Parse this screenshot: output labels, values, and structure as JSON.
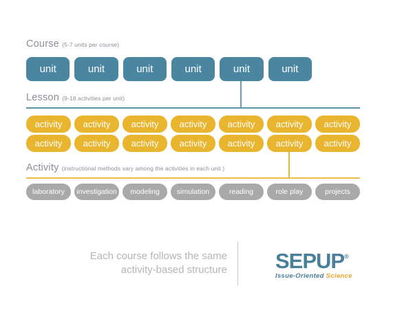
{
  "colors": {
    "unit_button": "#4b86a0",
    "activity_button": "#e9b52f",
    "method_button": "#a9a9a9",
    "section_label": "#8d8d99",
    "lesson_line": "#5d92ab",
    "activity_line": "#ecbe43",
    "caption_text": "#b5b5b5",
    "logo_teal": "#4a7f9c",
    "logo_gold": "#e8a72e"
  },
  "course": {
    "title": "Course",
    "subtitle": "(5-7 units per course)",
    "units": [
      "unit",
      "unit",
      "unit",
      "unit",
      "unit",
      "unit"
    ]
  },
  "lesson": {
    "title": "Lesson",
    "subtitle": "(9-18 activities per unit)",
    "row1": [
      "activity",
      "activity",
      "activity",
      "activity",
      "activity",
      "activity",
      "activity"
    ],
    "row2": [
      "activity",
      "activity",
      "activity",
      "activity",
      "activity",
      "activity",
      "activity"
    ]
  },
  "activity": {
    "title": "Activity",
    "subtitle": "(instructional methods vary among the activities in each unit )",
    "methods": [
      "laboratory",
      "investigation",
      "modeling",
      "simulation",
      "reading",
      "role play",
      "projects"
    ]
  },
  "footer": {
    "caption_line1": "Each course follows the same",
    "caption_line2": "activity-based structure",
    "logo": {
      "name": "SEPUP",
      "registered": "®",
      "tagline_teal": "Issue-Oriented",
      "tagline_gold": "Science"
    }
  }
}
